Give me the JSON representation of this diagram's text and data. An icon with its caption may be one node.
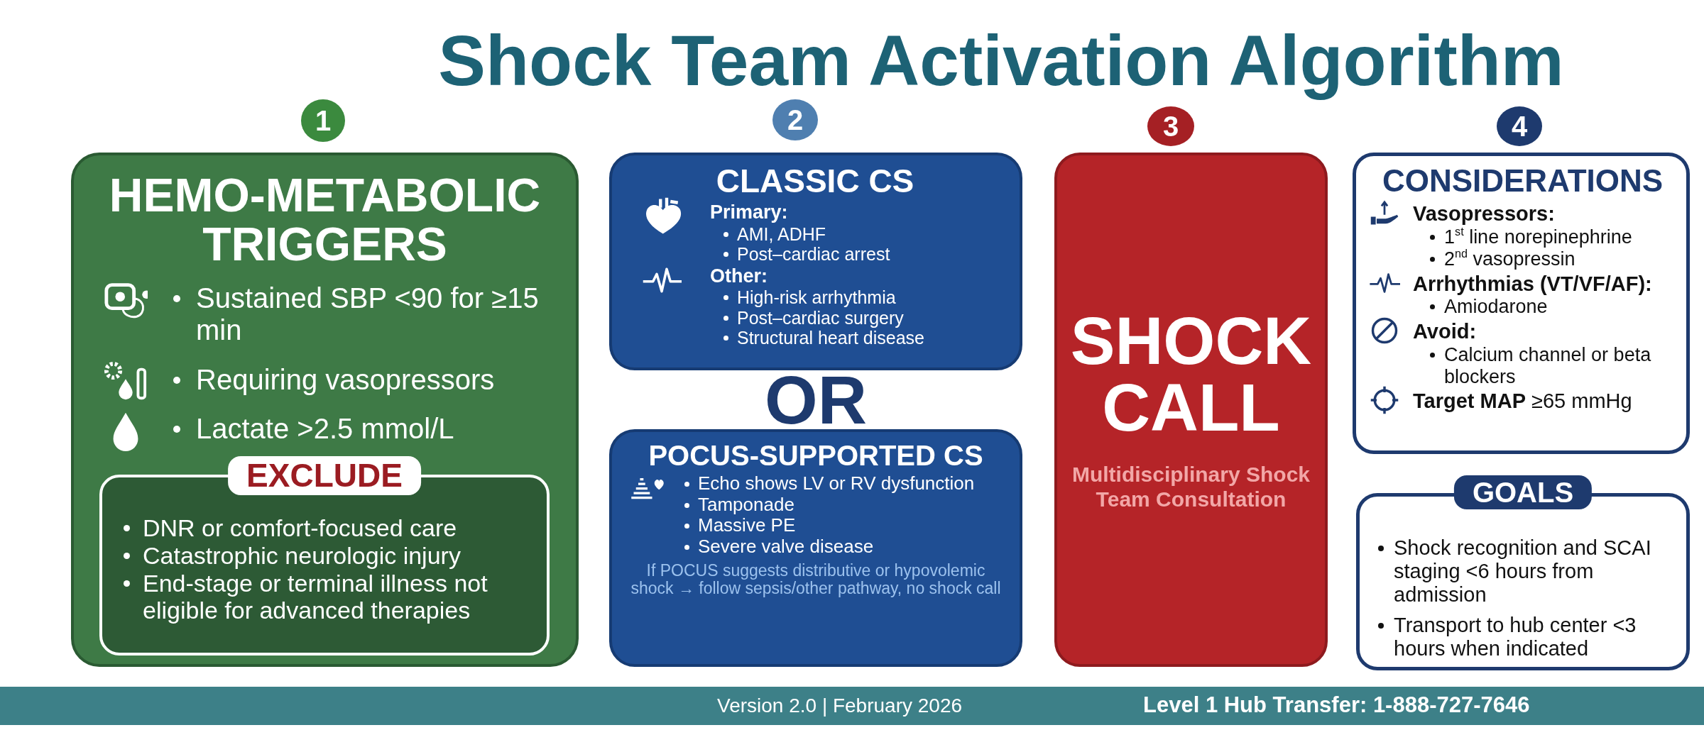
{
  "diagram": {
    "title": "Shock Team Activation Algorithm",
    "nodes": [
      {
        "text": [
          "1"
        ]
      },
      {
        "text": [
          "2"
        ]
      },
      {
        "text": [
          "3"
        ]
      },
      {
        "text": [
          "4"
        ]
      },
      {
        "text": [
          "HEMO-METABOLIC TRIGGERS",
          "Sustained SBP <90 for ≥15 min",
          "Requiring vasopressors",
          "Lactate >2.5 mmol/L"
        ]
      },
      {
        "text": [
          "EXCLUDE",
          "DNR or comfort-focused care",
          "Catastrophic neurologic injury",
          "End-stage or terminal illness not eligible for advanced therapies"
        ],
        "in": 4
      },
      {
        "text": [
          "CLASSIC CS",
          "Primary:",
          "AMI, ADHF",
          "Post–cardiac arrest",
          "Other:",
          "High-risk arrhythmia",
          "Post–cardiac surgery",
          "Structural heart disease"
        ]
      },
      {
        "text": [
          "POCUS-SUPPORTED CS",
          "Echo shows LV or RV dysfunction",
          "Tamponade",
          "Massive PE",
          "Severe valve disease",
          "If POCUS suggests distributive or hypovolemic shock → follow sepsis/other pathway, no shock call"
        ]
      },
      {
        "text": [
          "SHOCK CALL",
          "Multidisciplinary Shock Team Consultation"
        ]
      },
      {
        "text": [
          "CONSIDERATIONS",
          "Vasopressors:",
          "1$^{st}$ line norepinephrine",
          "2$^{nd}$ vasopressin",
          "Arrhythmias (VT/VF/AF):",
          "Amiodarone",
          "Avoid:",
          "Calcium channel or beta blockers",
          "**Target MAP** ≥65 mmHg"
        ]
      },
      {
        "text": [
          "GOALS",
          "Shock recognition and SCAI staging <6 hours from admission",
          "Transport to hub center <3 hours when indicated"
        ]
      }
    ],
    "edges": [],
    "labels": [
      "OR",
      "Version 2.0 | February 2026",
      "Level 1 Hub Transfer: 1-888-727-7646"
    ]
  }
}
